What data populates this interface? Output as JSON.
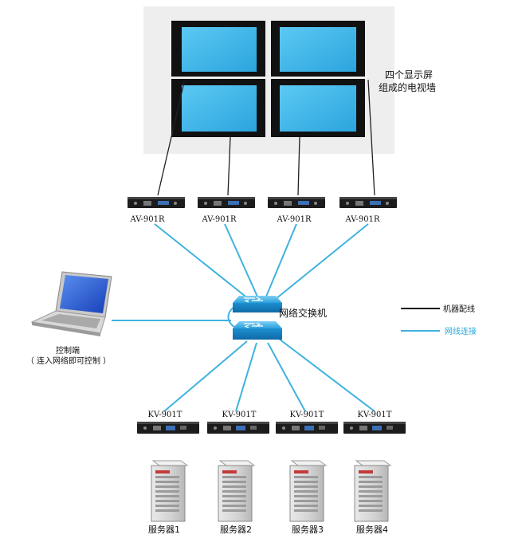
{
  "video_wall": {
    "label_line1": "四个显示屏",
    "label_line2": "组成的电视墙"
  },
  "receivers": [
    {
      "label": "AV-901R"
    },
    {
      "label": "AV-901R"
    },
    {
      "label": "AV-901R"
    },
    {
      "label": "AV-901R"
    }
  ],
  "switch": {
    "label": "网络交换机"
  },
  "controller": {
    "label": "控制端",
    "sublabel": "（ 连入网络即可控制 ）"
  },
  "transmitters": [
    {
      "label": "KV-901T"
    },
    {
      "label": "KV-901T"
    },
    {
      "label": "KV-901T"
    },
    {
      "label": "KV-901T"
    }
  ],
  "servers": [
    {
      "label": "服务器1"
    },
    {
      "label": "服务器2"
    },
    {
      "label": "服务器3"
    },
    {
      "label": "服务器4"
    }
  ],
  "legend": {
    "machine_cable": "机器配线",
    "network_cable": "网线连接"
  },
  "colors": {
    "network_line": "#3fb2df",
    "machine_line": "#111111",
    "screen": "#38b7ea"
  }
}
